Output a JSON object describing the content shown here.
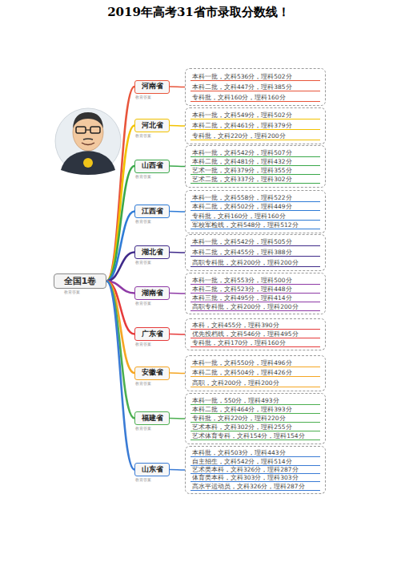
{
  "diagram": {
    "title": "2019年高考31省市录取分数线！",
    "nodes": [
      {
        "text": [
          "全国1卷"
        ]
      },
      {
        "text": [
          "河南省"
        ]
      },
      {
        "text": [
          "本科一批，文科536分，理科502分",
          "本科二批，文科447分，理科385分",
          "专科批，文科160分，理科160分"
        ]
      },
      {
        "text": [
          "河北省"
        ]
      },
      {
        "text": [
          "本科一批，文科549分，理科502分",
          "本科二批，文科461分，理科379分",
          "专科批，文科220分，理科200分"
        ]
      },
      {
        "text": [
          "山西省"
        ]
      },
      {
        "text": [
          "本科一批，文科542分，理科507分",
          "本科二批，文科481分，理科432分",
          "艺术一批，文科379分，理科355分",
          "艺术二批，文科337分，理科302分"
        ]
      },
      {
        "text": [
          "江西省"
        ]
      },
      {
        "text": [
          "本科一批，文科558分，理科522分",
          "本科二批，文科502分，理科449分",
          "专科批，文科160分，理科160分",
          "军校军检线，文科548分，理科512分"
        ]
      },
      {
        "text": [
          "湖北省"
        ]
      },
      {
        "text": [
          "本科一批，文科542分，理科505分",
          "本科二批，文科455分，理科388分",
          "高职专科批，文科200分，理科200分"
        ]
      },
      {
        "text": [
          "湖南省"
        ]
      },
      {
        "text": [
          "本科一批，文科553分，理科500分",
          "本科二批，文科523分，理科448分",
          "本科三批，文科495分，理科414分",
          "高职专科批，文科200分，理科200分"
        ]
      },
      {
        "text": [
          "广东省"
        ]
      },
      {
        "text": [
          "本科，文科455分，理科390分",
          "优先投档线，文科546分，理科495分",
          "专科批，文科170分，理科160分"
        ]
      },
      {
        "text": [
          "安徽省"
        ]
      },
      {
        "text": [
          "本科一批，文科550分，理科496分",
          "本科二批，文科504分，理科426分",
          "高职，文科200分，理科200分"
        ]
      },
      {
        "text": [
          "福建省"
        ]
      },
      {
        "text": [
          "本科一批，550分，理科493分",
          "本科二批，文科464分，理科393分",
          "专科批，文科220分，理科220分",
          "艺术本科，文科302分，理科255分",
          "艺术体育专科，文科154分，理科154分"
        ]
      },
      {
        "text": [
          "山东省"
        ]
      },
      {
        "text": [
          "本科批，文科503分，理科443分",
          "自主招生，文科542分，理科514分",
          "艺术类本科，文科326分，理科287分",
          "体育类本科，文科303分，理科303分",
          "高水平运动员，文科326分，理科287分"
        ]
      }
    ],
    "edges": [
      {
        "from": 0,
        "to": 1,
        "arrow": "none"
      },
      {
        "from": 1,
        "to": 2,
        "arrow": "none"
      },
      {
        "from": 0,
        "to": 3,
        "arrow": "none"
      },
      {
        "from": 3,
        "to": 4,
        "arrow": "none"
      },
      {
        "from": 0,
        "to": 5,
        "arrow": "none"
      },
      {
        "from": 5,
        "to": 6,
        "arrow": "none"
      },
      {
        "from": 0,
        "to": 7,
        "arrow": "none"
      },
      {
        "from": 7,
        "to": 8,
        "arrow": "none"
      },
      {
        "from": 0,
        "to": 9,
        "arrow": "none"
      },
      {
        "from": 9,
        "to": 10,
        "arrow": "none"
      },
      {
        "from": 0,
        "to": 11,
        "arrow": "none"
      },
      {
        "from": 11,
        "to": 12,
        "arrow": "none"
      },
      {
        "from": 0,
        "to": 13,
        "arrow": "none"
      },
      {
        "from": 13,
        "to": 14,
        "arrow": "none"
      },
      {
        "from": 0,
        "to": 15,
        "arrow": "none"
      },
      {
        "from": 15,
        "to": 16,
        "arrow": "none"
      },
      {
        "from": 0,
        "to": 17,
        "arrow": "none"
      },
      {
        "from": 17,
        "to": 18,
        "arrow": "none"
      },
      {
        "from": 0,
        "to": 19,
        "arrow": "none"
      },
      {
        "from": 19,
        "to": 20,
        "arrow": "none"
      }
    ],
    "labels": [
      "教育答案",
      "教育答案",
      "教育答案",
      "教育答案",
      "教育答案",
      "教育答案",
      "教育答案",
      "教育答案",
      "教育答案",
      "教育答案",
      "教育答案"
    ]
  }
}
